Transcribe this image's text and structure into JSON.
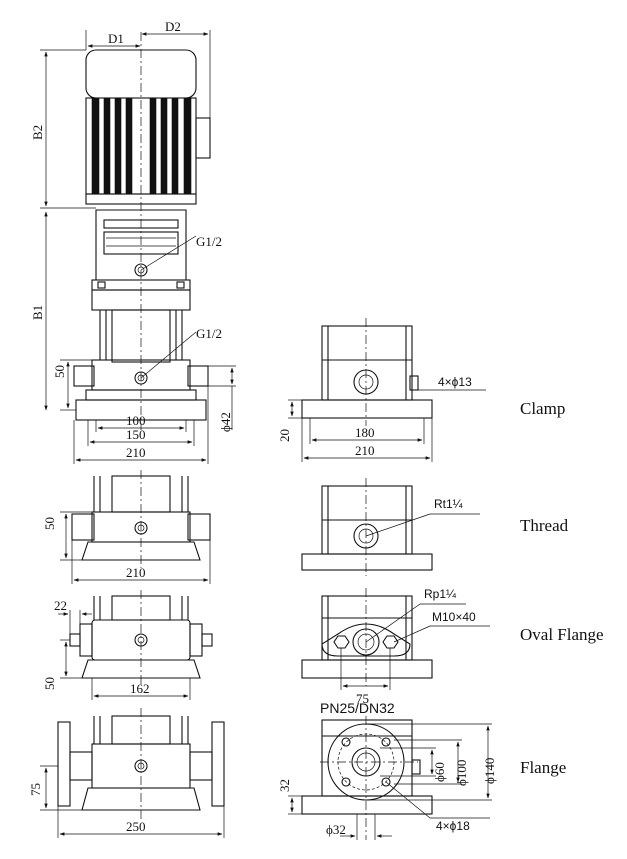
{
  "front_view": {
    "dims": {
      "d1": "D1",
      "d2": "D2",
      "b2": "B2",
      "b1": "B1",
      "port_top": "G1/2",
      "port_mid": "G1/2",
      "h50": "50",
      "w100": "100",
      "w150": "150",
      "w210": "210",
      "d42": "ϕ42"
    }
  },
  "views": {
    "clamp": {
      "label": "Clamp",
      "holes": "4×ϕ13",
      "h20": "20",
      "w180": "180",
      "w210": "210"
    },
    "thread": {
      "label": "Thread",
      "thread_spec": "Rt1¼",
      "h50": "50",
      "w210": "210"
    },
    "oval_flange": {
      "label": "Oval Flange",
      "pipe": "Rp1¼",
      "bolt": "M10×40",
      "w75": "75",
      "w22": "22",
      "h50": "50",
      "w162": "162"
    },
    "flange": {
      "label": "Flange",
      "rating": "PN25/DN32",
      "d60": "ϕ60",
      "d100": "ϕ100",
      "d140": "ϕ140",
      "h32": "32",
      "d32": "ϕ32",
      "holes": "4×ϕ18",
      "h75": "75",
      "w250": "250"
    }
  }
}
